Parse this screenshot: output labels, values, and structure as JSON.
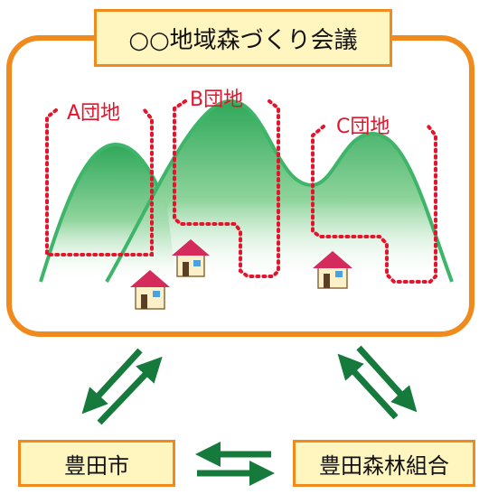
{
  "diagram": {
    "title": "○○地域森づくり会議",
    "areas": [
      {
        "id": "a",
        "label": "A団地"
      },
      {
        "id": "b",
        "label": "B団地"
      },
      {
        "id": "c",
        "label": "C団地"
      }
    ],
    "parties": {
      "city": "豊田市",
      "association": "豊田森林組合"
    },
    "colors": {
      "frame": "#f08a1c",
      "label_fill": "#fff5bf",
      "boundary": "#e3152c",
      "mountain": "#3fb56a",
      "arrow": "#157a3c",
      "house_roof": "#d52a5c"
    },
    "icons": [
      "mountain-icon",
      "house-icon",
      "exchange-arrow-icon"
    ]
  }
}
